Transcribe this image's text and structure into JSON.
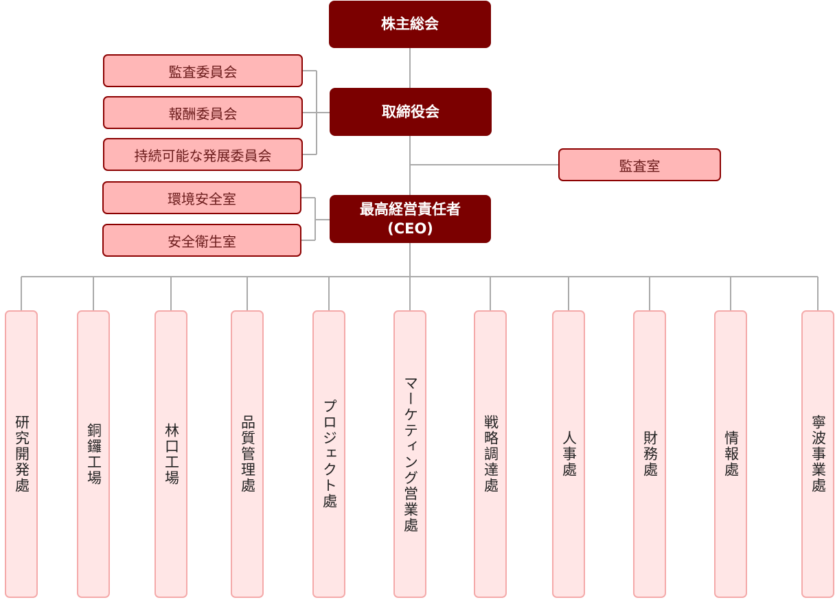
{
  "shareholders": "株主総会",
  "board": "取締役会",
  "ceo": {
    "line1": "最高経営責任者",
    "line2": "(CEO)"
  },
  "board_committees": [
    "監査委員会",
    "報酬委員会",
    "持続可能な発展委員会"
  ],
  "audit_office": "監査室",
  "ceo_offices": [
    "環境安全室",
    "安全衛生室"
  ],
  "departments": [
    "研究開発處",
    "銅鑼工場",
    "林口工場",
    "品質管理處",
    "プロジェクト處",
    "マーケティング営業處",
    "戦略調達處",
    "人事處",
    "財務處",
    "情報處",
    "寧波事業處"
  ],
  "colors": {
    "dark_box": "#7b0000",
    "pink_box": "#ffb7b7",
    "pink_border": "#8b0000",
    "dept_box": "#ffe6e6",
    "dept_border": "#f4a9a9",
    "connector": "#a9a9a9"
  }
}
